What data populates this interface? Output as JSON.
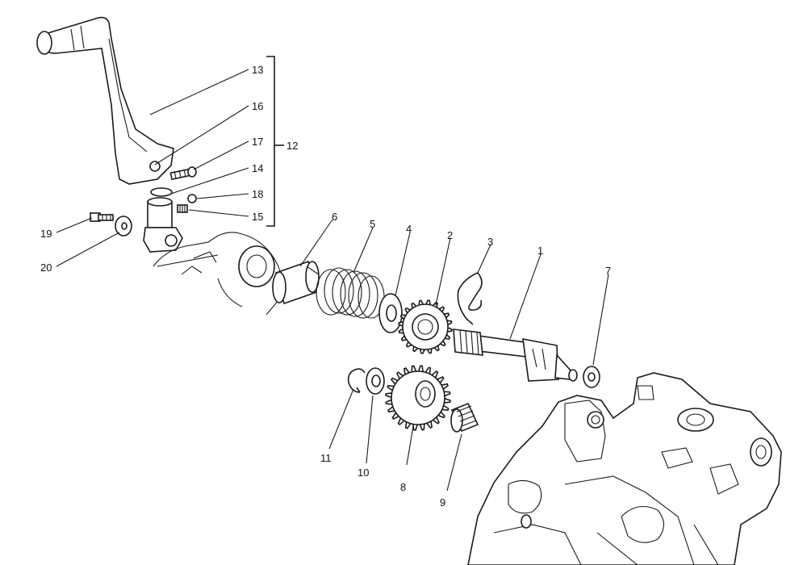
{
  "colors": {
    "ink": "#1a1a1a",
    "background": "#ffffff"
  },
  "callouts": {
    "n1": "1",
    "n2": "2",
    "n3": "3",
    "n4": "4",
    "n5": "5",
    "n6": "6",
    "n7": "7",
    "n8": "8",
    "n9": "9",
    "n10": "10",
    "n11": "11",
    "n12": "12",
    "n13": "13",
    "n14": "14",
    "n15": "15",
    "n16": "16",
    "n17": "17",
    "n18": "18",
    "n19": "19",
    "n20": "20"
  }
}
